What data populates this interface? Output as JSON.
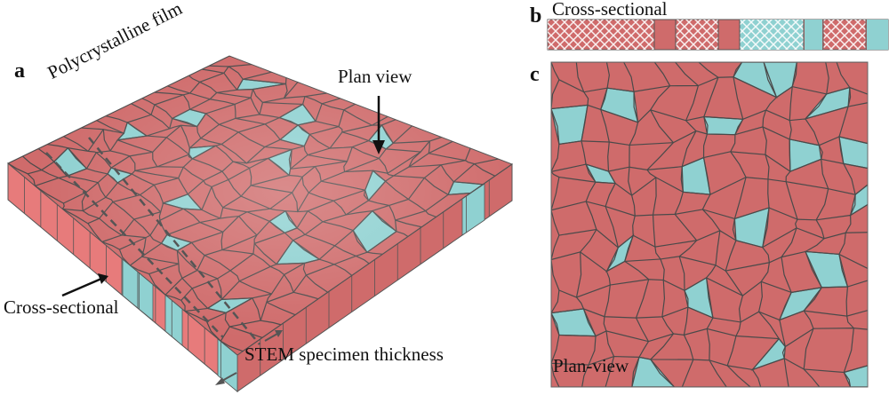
{
  "figure": {
    "panels": {
      "a": {
        "letter": "a",
        "labels": {
          "polycrystalline_film": "Polycrystalline film",
          "plan_view": "Plan view",
          "cross_sectional": "Cross-sectional",
          "stem_thickness": "STEM specimen thickness"
        }
      },
      "b": {
        "letter": "b",
        "title": "Cross-sectional"
      },
      "c": {
        "letter": "c",
        "caption": "Plan-view"
      }
    },
    "colors": {
      "grain_red": "#cf6b6b",
      "grain_cyan": "#8fd1d1",
      "boundary": "#4a4a4a",
      "side_face": "#e77b7b"
    }
  }
}
